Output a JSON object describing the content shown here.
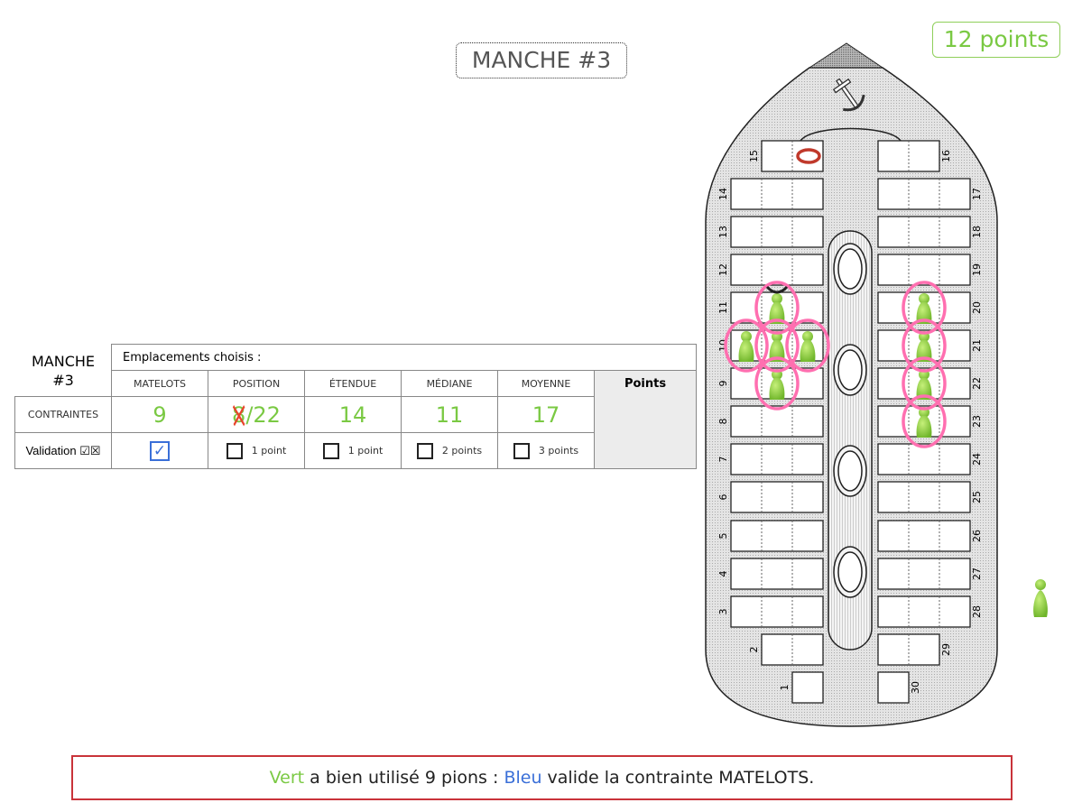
{
  "round_title": "MANCHE #3",
  "score": "12 points",
  "table": {
    "manche_line1": "MANCHE",
    "manche_line2": "#3",
    "chosen_label": "Emplacements choisis :",
    "headers": [
      "MATELOTS",
      "POSITION",
      "ÉTENDUE",
      "MÉDIANE",
      "MOYENNE"
    ],
    "points_header": "Points",
    "constraints_label": "CONTRAINTES",
    "constraints": [
      "9",
      "/22",
      "14",
      "11",
      "17"
    ],
    "position_crossed_digit": "8",
    "validation_label": "Validation ☑☒",
    "validation": [
      {
        "checked": true,
        "label": ""
      },
      {
        "checked": false,
        "label": "1 point"
      },
      {
        "checked": false,
        "label": "1 point"
      },
      {
        "checked": false,
        "label": "2 points"
      },
      {
        "checked": false,
        "label": "3 points"
      }
    ]
  },
  "board": {
    "left_slots": [
      "15",
      "14",
      "13",
      "12",
      "11",
      "10",
      "9",
      "8",
      "7",
      "6",
      "5",
      "4",
      "3",
      "2",
      "1"
    ],
    "right_slots": [
      "16",
      "17",
      "18",
      "19",
      "20",
      "21",
      "22",
      "23",
      "24",
      "25",
      "26",
      "27",
      "28",
      "29",
      "30"
    ],
    "pawns": [
      {
        "slot": 11,
        "cell": 1
      },
      {
        "slot": 10,
        "cell": 0
      },
      {
        "slot": 10,
        "cell": 1
      },
      {
        "slot": 10,
        "cell": 2
      },
      {
        "slot": 9,
        "cell": 1
      },
      {
        "slot": 20,
        "cell": 1
      },
      {
        "slot": 21,
        "cell": 1
      },
      {
        "slot": 22,
        "cell": 1
      },
      {
        "slot": 23,
        "cell": 1
      }
    ],
    "ring_slot": 15,
    "pawn_color": "#8fd13f",
    "highlight_color": "#ff6fb0"
  },
  "message": {
    "player": "Vert",
    "text1": " a bien utilisé 9 pions : ",
    "validator": "Bleu",
    "text2": " valide la contrainte MATELOTS."
  }
}
